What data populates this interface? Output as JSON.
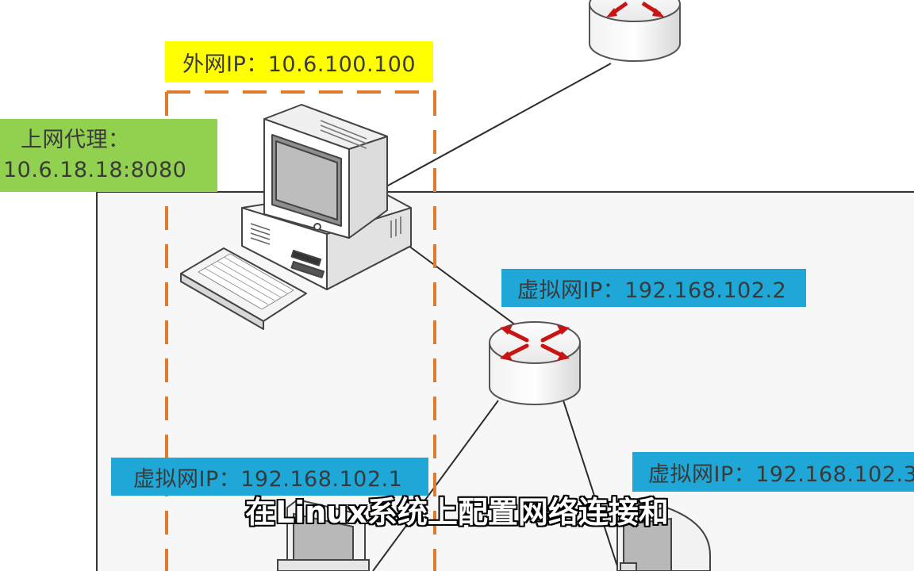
{
  "labels": {
    "external_ip": "外网IP：10.6.100.100",
    "proxy_line1": "上网代理：",
    "proxy_line2": "10.6.18.18:8080",
    "virtual_ip_2": "虚拟网IP：192.168.102.2",
    "virtual_ip_1": "虚拟网IP：192.168.102.1",
    "virtual_ip_3": "虚拟网IP：192.168.102.3"
  },
  "subtitle": "在Linux系统上配置网络连接和",
  "colors": {
    "external_ip_bg": "#ffff00",
    "proxy_bg": "#92d050",
    "virtual_ip_bg": "#1ea7d7",
    "dashed_border": "#e07b2e",
    "router_arrow": "#c81414"
  },
  "icons": {
    "host_computer": "desktop-computer-icon",
    "router_top": "router-icon",
    "router_center": "router-icon",
    "vm_computer_1": "desktop-computer-icon",
    "vm_computer_2": "desktop-computer-icon"
  }
}
